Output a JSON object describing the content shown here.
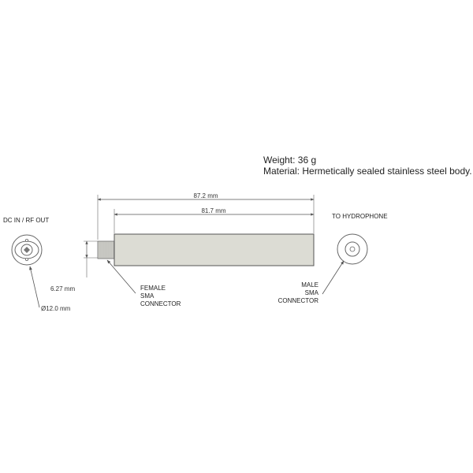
{
  "specs": {
    "weight": "Weight: 36 g",
    "material": "Material: Hermetically sealed stainless steel body."
  },
  "dimensions": {
    "overall_length": "87.2 mm",
    "body_length": "81.7 mm",
    "connector_diameter": "6.27 mm",
    "body_diameter": "Ø12.0 mm"
  },
  "labels": {
    "left_end": "DC IN / RF OUT",
    "right_end": "TO HYDROPHONE",
    "female_line1": "FEMALE",
    "female_line2": "SMA",
    "female_line3": "CONNECTOR",
    "male_line1": "MALE",
    "male_line2": "SMA",
    "male_line3": "CONNECTOR"
  },
  "colors": {
    "body_fill": "#dcdcd4",
    "line": "#555555"
  }
}
